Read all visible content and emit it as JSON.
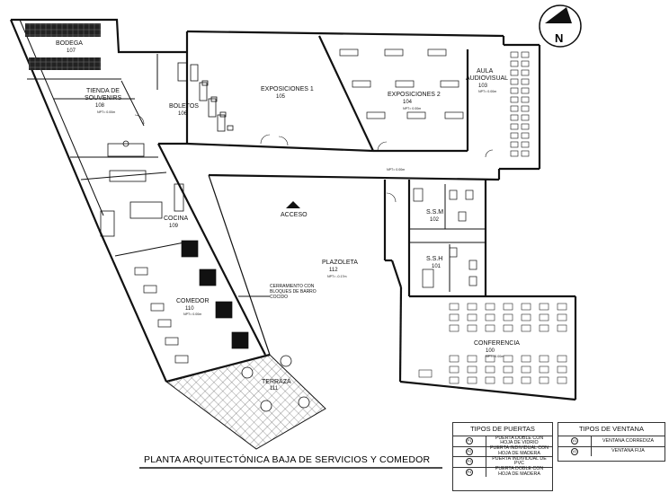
{
  "title": "PLANTA ARQUITECTÓNICA BAJA DE SERVICIOS Y COMEDOR",
  "north_label": "N",
  "rooms": {
    "bodega": {
      "name": "BODEGA",
      "code": "107"
    },
    "tienda": {
      "name_line1": "TIENDA DE",
      "name_line2": "SOUVENIRS",
      "code": "108",
      "npt": "NPT= 0.00m"
    },
    "boletos": {
      "name": "BOLETOS",
      "code": "106"
    },
    "exposiciones1": {
      "name": "EXPOSICIONES 1",
      "code": "105"
    },
    "exposiciones2": {
      "name": "EXPOSICIONES 2",
      "code": "104",
      "npt": "NPT= 0.00m"
    },
    "aula": {
      "name_line1": "AULA",
      "name_line2": "AUDIOVISUAL",
      "code": "103",
      "npt": "NPT= 0.00m"
    },
    "cocina": {
      "name": "COCINA",
      "code": "109"
    },
    "ssm": {
      "name": "S.S.M",
      "code": "102"
    },
    "ssh": {
      "name": "S.S.H",
      "code": "101"
    },
    "plazoleta": {
      "name": "PLAZOLETA",
      "code": "112",
      "npt": "NPT= -0.17m"
    },
    "comedor": {
      "name": "COMEDOR",
      "code": "110",
      "npt": "NPT= 0.00m"
    },
    "terraza": {
      "name": "TERRAZA",
      "code": "111"
    },
    "conferencia": {
      "name": "CONFERENCIA",
      "code": "100",
      "npt": "NPT= 0.00m"
    }
  },
  "labels": {
    "acceso": "ACCESO",
    "hall_npt": "NPT= 0.00m",
    "cerramiento_1": "CERRAMIENTO CON",
    "cerramiento_2": "BLOQUES DE BARRO",
    "cerramiento_3": "COCIDO"
  },
  "legend_puertas": {
    "title": "TIPOS DE PUERTAS",
    "items": [
      {
        "symbol": "P1",
        "line1": "PUERTA DOBLE CON",
        "line2": "HOJA DE VIDRIO"
      },
      {
        "symbol": "P2",
        "line1": "PUERTA INDIVIDUAL CON",
        "line2": "HOJA DE MADERA"
      },
      {
        "symbol": "P3",
        "line1": "PUERTA INDIVIDUAL DE",
        "line2": "PVC"
      },
      {
        "symbol": "P4",
        "line1": "PUERTA DOBLE CON",
        "line2": "HOJA DE MADERA"
      }
    ]
  },
  "legend_ventana": {
    "title": "TIPOS DE VENTANA",
    "items": [
      {
        "symbol": "V1",
        "line1": "VENTANA CORREDIZA"
      },
      {
        "symbol": "V2",
        "line1": "VENTANA FIJA"
      }
    ]
  }
}
